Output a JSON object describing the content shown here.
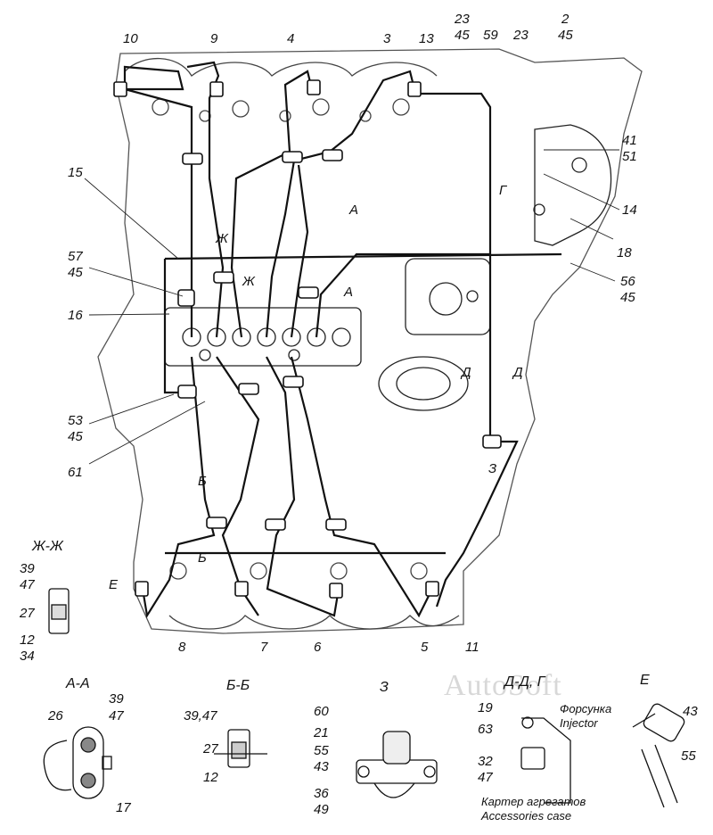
{
  "watermark": "AutoSoft",
  "callouts": {
    "c10": "10",
    "c9": "9",
    "c4": "4",
    "c3": "3",
    "c13": "13",
    "c23a": "23",
    "c45a": "45",
    "c59": "59",
    "c23b": "23",
    "c2": "2",
    "c45b": "45",
    "c41": "41",
    "c51": "51",
    "c14": "14",
    "c18": "18",
    "c56": "56",
    "c45c": "45",
    "c15": "15",
    "c57": "57",
    "c45d": "45",
    "c16": "16",
    "c53": "53",
    "c45e": "45",
    "c61": "61",
    "c8": "8",
    "c7": "7",
    "c6": "6",
    "c5": "5",
    "c11": "11"
  },
  "marks": {
    "zh1": "Ж",
    "zh2": "Ж",
    "a1": "А",
    "a2": "А",
    "g": "Г",
    "d1": "Д",
    "d2": "Д",
    "z": "З",
    "b1": "Б",
    "b2": "Б",
    "e": "Е"
  },
  "sections": {
    "zhzh": {
      "title": "Ж-Ж",
      "labels": [
        "39",
        "47",
        "27",
        "12",
        "34"
      ]
    },
    "aa": {
      "title": "А-А",
      "labels": [
        "26",
        "39",
        "47",
        "17"
      ]
    },
    "bb": {
      "title": "Б-Б",
      "labels": [
        "39,47",
        "27",
        "12"
      ]
    },
    "z": {
      "title": "З",
      "labels": [
        "60",
        "21",
        "55",
        "43",
        "36",
        "49"
      ]
    },
    "dd": {
      "title": "Д-Д, Г",
      "labels": [
        "19",
        "63",
        "32",
        "47"
      ],
      "caption_ru": "Картер агрегатов",
      "caption_en": "Accessories case"
    },
    "e": {
      "title": "Е",
      "caption_ru": "Форсунка",
      "caption_en": "Injector",
      "labels": [
        "43",
        "55"
      ]
    }
  }
}
